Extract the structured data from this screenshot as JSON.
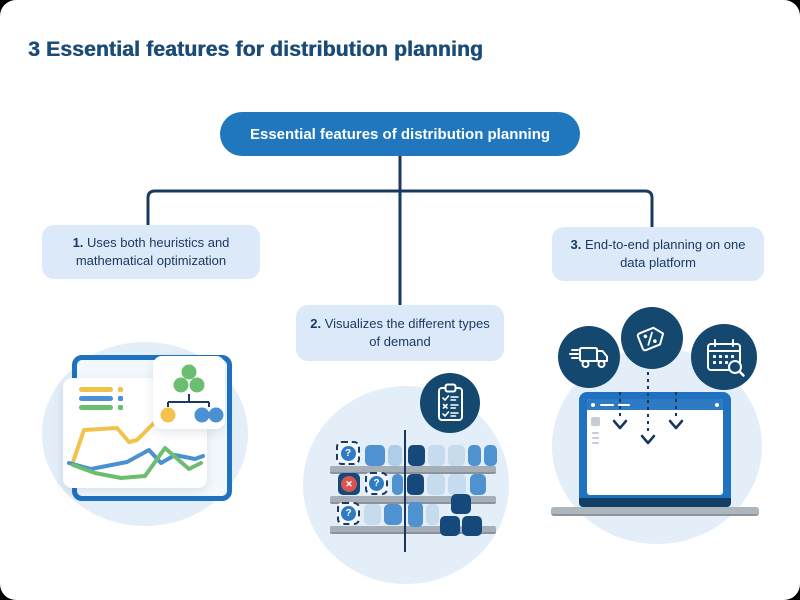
{
  "header": {
    "title": "3 Essential features for distribution planning"
  },
  "root": {
    "label": "Essential features of distribution planning"
  },
  "features": [
    {
      "num": "1.",
      "label": "Uses both heuristics and mathematical optimization"
    },
    {
      "num": "2.",
      "label": "Visualizes the different types of demand"
    },
    {
      "num": "3.",
      "label": "End-to-end planning on one data platform"
    }
  ],
  "marks": {
    "unknown": "?",
    "blocked": "✕"
  },
  "icons": {
    "left_illustration": [
      "line-chart",
      "cluster-hierarchy"
    ],
    "middle_illustration": [
      "checklist-clipboard",
      "shelf-boxes"
    ],
    "right_illustration": [
      "delivery-truck",
      "discount-tag",
      "calendar-search",
      "laptop"
    ]
  },
  "colors": {
    "accent_blue": "#2177be",
    "navy": "#15486f",
    "line_navy": "#1a3b5d",
    "light_panel": "#dbe9f8",
    "blob": "#e3eef9",
    "chart_yellow": "#f2c24d",
    "chart_blue": "#4a90d2",
    "chart_green": "#6bbe70",
    "box_dark": "#16497b",
    "box_medium": "#4e93cf",
    "box_light": "#aecde9",
    "blocked_red": "#d85450"
  }
}
